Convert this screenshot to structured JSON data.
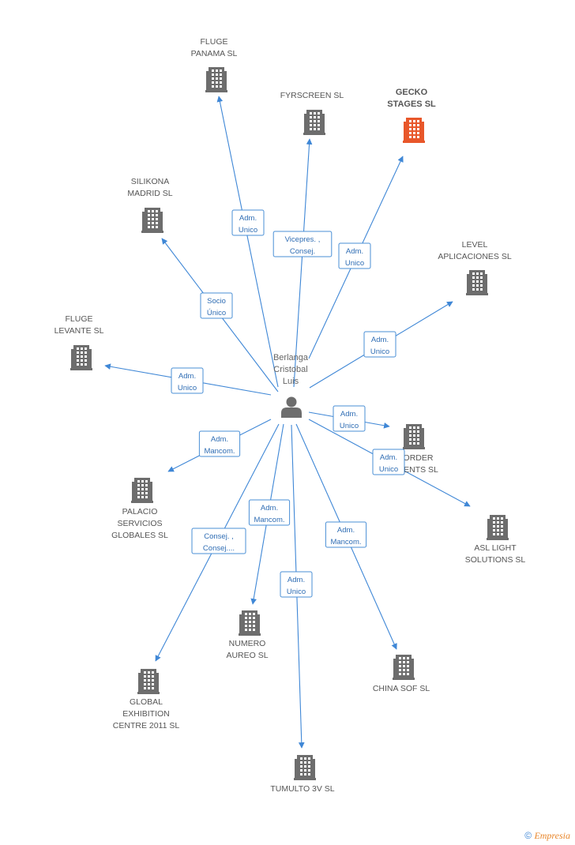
{
  "center": {
    "name_lines": [
      "Berlanga",
      "Cristobal",
      "Luis"
    ]
  },
  "nodes": [
    {
      "id": "fluge-panama",
      "lines": [
        "FLUGE",
        "PANAMA  SL"
      ],
      "highlight": false,
      "label": "Adm. Unico"
    },
    {
      "id": "fyrscreen",
      "lines": [
        "FYRSCREEN  SL"
      ],
      "highlight": false,
      "label": "Vicepres. , Consej."
    },
    {
      "id": "gecko-stages",
      "lines": [
        "GECKO",
        "STAGES SL"
      ],
      "highlight": true,
      "label": "Adm. Unico"
    },
    {
      "id": "silikona-madrid",
      "lines": [
        "SILIKONA",
        "MADRID SL"
      ],
      "highlight": false,
      "label": "Socio Único"
    },
    {
      "id": "level-aplicaciones",
      "lines": [
        "LEVEL",
        "APLICACIONES SL"
      ],
      "highlight": false,
      "label": "Adm. Unico"
    },
    {
      "id": "fluge-levante",
      "lines": [
        "FLUGE",
        "LEVANTE  SL"
      ],
      "highlight": false,
      "label": "Adm. Unico"
    },
    {
      "id": "border",
      "lines": [
        "BORDER",
        "EVENTS  SL"
      ],
      "highlight": false,
      "label": "Adm. Unico"
    },
    {
      "id": "asl-light",
      "lines": [
        "ASL LIGHT",
        "SOLUTIONS SL"
      ],
      "highlight": false,
      "label": "Adm. Unico"
    },
    {
      "id": "palacio-servicios",
      "lines": [
        "PALACIO",
        "SERVICIOS",
        "GLOBALES SL"
      ],
      "highlight": false,
      "label": "Adm. Mancom."
    },
    {
      "id": "numero-aureo",
      "lines": [
        "NUMERO",
        "AUREO  SL"
      ],
      "highlight": false,
      "label": "Adm. Mancom."
    },
    {
      "id": "global-exhibition",
      "lines": [
        "GLOBAL",
        "EXHIBITION",
        "CENTRE 2011 SL"
      ],
      "highlight": false,
      "label": "Consej. , Consej...."
    },
    {
      "id": "china-sof",
      "lines": [
        "CHINA SOF SL"
      ],
      "highlight": false,
      "label": "Adm. Mancom."
    },
    {
      "id": "tumulto-3v",
      "lines": [
        "TUMULTO 3V  SL"
      ],
      "highlight": false,
      "label": "Adm. Unico"
    }
  ],
  "colors": {
    "edge": "#3f87d6",
    "building": "#6d6d6d",
    "building_highlight": "#e8572a",
    "person": "#6d6d6d"
  },
  "footer": {
    "copyright": "©",
    "brand": "Empresia"
  }
}
